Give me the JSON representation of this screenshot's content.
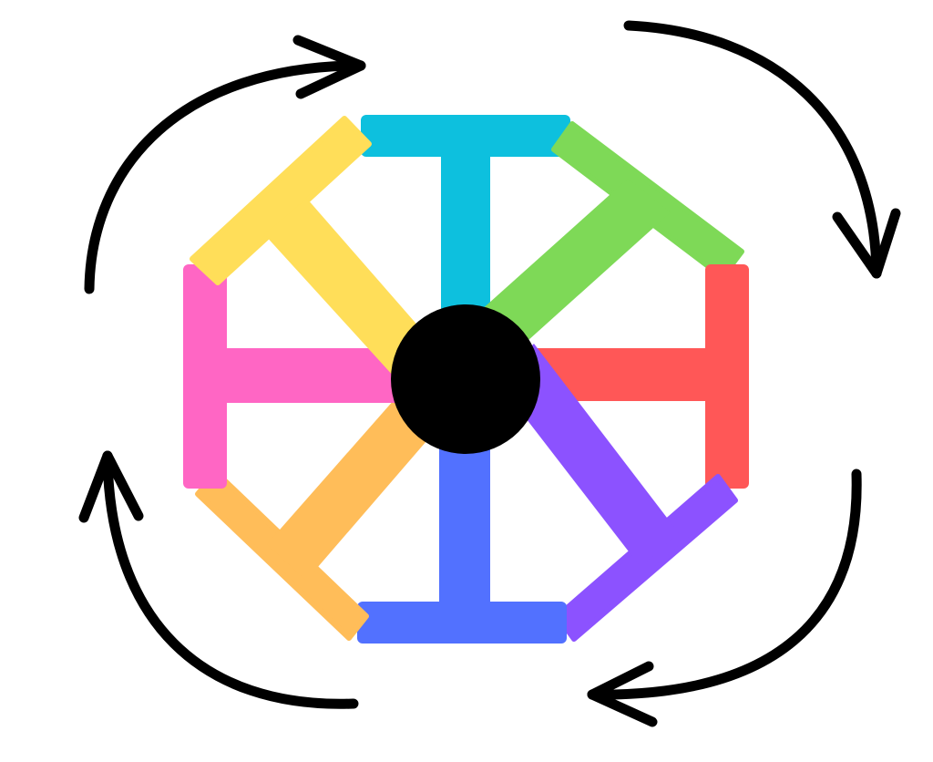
{
  "diagram": {
    "spokes": [
      {
        "position": "top",
        "color": "#0DC0DE"
      },
      {
        "position": "top-right",
        "color": "#7ED957"
      },
      {
        "position": "right",
        "color": "#FF5757"
      },
      {
        "position": "bottom-right",
        "color": "#8C52FF"
      },
      {
        "position": "bottom",
        "color": "#5271FF"
      },
      {
        "position": "bottom-left",
        "color": "#FFBD59"
      },
      {
        "position": "left",
        "color": "#FF66C4"
      },
      {
        "position": "top-left",
        "color": "#FFDE59"
      }
    ],
    "hub_color": "#000000",
    "arrow_color": "#000000",
    "arrow_direction": "clockwise",
    "arrows": [
      {
        "position": "top-left",
        "icon": "curved-arrow-icon"
      },
      {
        "position": "top-right",
        "icon": "curved-arrow-icon"
      },
      {
        "position": "bottom-right",
        "icon": "curved-arrow-icon"
      },
      {
        "position": "bottom-left",
        "icon": "curved-arrow-icon"
      }
    ]
  }
}
